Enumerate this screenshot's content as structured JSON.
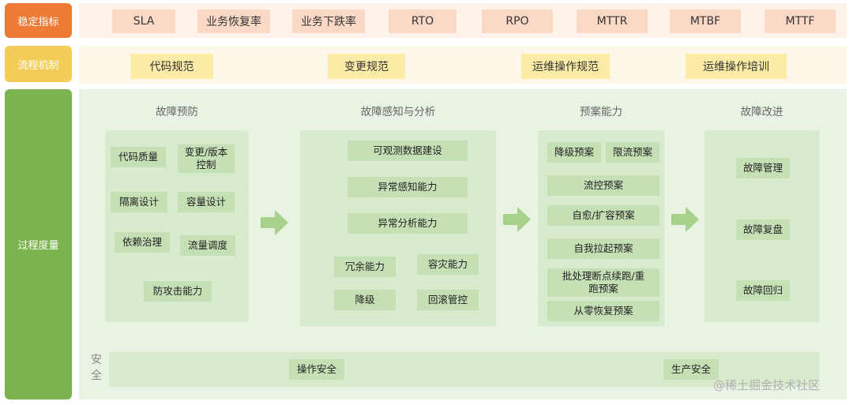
{
  "rows": {
    "metrics": {
      "label": "稳定指标",
      "color": "#ee7b35"
    },
    "process": {
      "label": "流程机制",
      "color": "#f4cc5a"
    },
    "measure": {
      "label": "过程度量",
      "color": "#7bb44e"
    }
  },
  "metrics": [
    "SLA",
    "业务恢复率",
    "业务下跌率",
    "RTO",
    "RPO",
    "MTTR",
    "MTBF",
    "MTTF"
  ],
  "process": [
    "代码规范",
    "变更规范",
    "运维操作规范",
    "运维操作培训"
  ],
  "prevention": {
    "title": "故障预防",
    "items": [
      "代码质量",
      "变更/版本控制",
      "隔离设计",
      "容量设计",
      "依赖治理",
      "流量调度",
      "防攻击能力"
    ]
  },
  "perception": {
    "title": "故障感知与分析",
    "items": [
      "可观测数据建设",
      "异常感知能力",
      "异常分析能力",
      "冗余能力",
      "容灾能力",
      "降级",
      "回滚管控"
    ]
  },
  "plans": {
    "title": "预案能力",
    "items": [
      "降级预案",
      "限流预案",
      "流控预案",
      "自愈/扩容预案",
      "自我拉起预案",
      "批处理断点续跑/重跑预案",
      "从零恢复预案"
    ]
  },
  "improve": {
    "title": "故障改进",
    "items": [
      "故障管理",
      "故障复盘",
      "故障回归"
    ]
  },
  "security": {
    "label": "安全",
    "items": [
      "操作安全",
      "生产安全"
    ]
  },
  "watermark": "@稀土掘金技术社区"
}
